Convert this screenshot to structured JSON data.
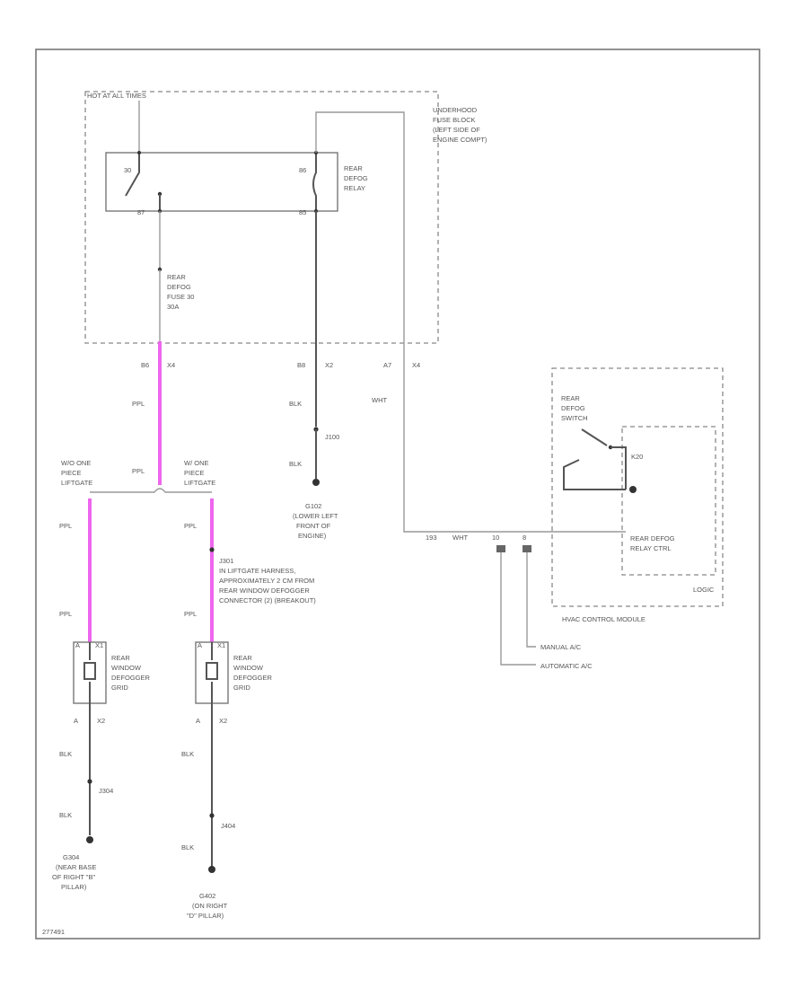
{
  "fuse_block": {
    "hot_label": "HOT AT ALL TIMES",
    "name": [
      "UNDERHOOD",
      "FUSE BLOCK",
      "(LEFT SIDE OF",
      "ENGINE COMPT)"
    ]
  },
  "relay": {
    "name": [
      "REAR",
      "DEFOG",
      "RELAY"
    ],
    "pin_top_left": "30",
    "pin_top_right": "86",
    "pin_bottom_left": "87",
    "pin_bottom_right": "85"
  },
  "fuse": {
    "name": [
      "REAR",
      "DEFOG",
      "FUSE 30",
      "30A"
    ]
  },
  "connectors": {
    "c1_left": "B6",
    "c1_right": "X4",
    "c2_left": "B8",
    "c2_right": "X2",
    "c3_left": "A7",
    "c3_right": "X4"
  },
  "wires": {
    "ppl_1": "PPL",
    "ppl_2": "PPL",
    "ppl_3": "PPL",
    "ppl_4": "PPL",
    "ppl_5": "PPL",
    "ppl_6": "PPL",
    "blk_1": "BLK",
    "blk_2": "BLK",
    "blk_3": "BLK",
    "blk_4": "BLK",
    "blk_5": "BLK",
    "blk_6": "BLK",
    "wht_1": "WHT",
    "wht_2": "WHT"
  },
  "splices": {
    "j100": "J100",
    "j301": "J301",
    "j304": "J304",
    "j404": "J404"
  },
  "grounds": {
    "g102": [
      "G102",
      "(LOWER LEFT",
      "FRONT OF",
      "ENGINE)"
    ],
    "g304": [
      "G304",
      "(NEAR BASE",
      "OF RIGHT \"B\"",
      "PILLAR)"
    ],
    "g402": [
      "G402",
      "(ON RIGHT",
      "\"D\" PILLAR)"
    ]
  },
  "options": {
    "without": [
      "W/O ONE",
      "PIECE",
      "LIFTGATE"
    ],
    "with": [
      "W/ ONE",
      "PIECE",
      "LIFTGATE"
    ]
  },
  "splice_note": [
    "J301",
    "IN LIFTGATE HARNESS,",
    "APPROXIMATELY 2 CM FROM",
    "REAR WINDOW DEFOGGER",
    "CONNECTOR (2) (BREAKOUT)"
  ],
  "grids": {
    "left": {
      "name": [
        "REAR",
        "WINDOW",
        "DEFOGGER",
        "GRID"
      ],
      "pin_a": "A",
      "pin_x1": "X1",
      "pin_x2": "X2",
      "pin_a2": "A"
    },
    "right": {
      "name": [
        "REAR",
        "WINDOW",
        "DEFOGGER",
        "GRID"
      ],
      "pin_a": "A",
      "pin_x1": "X1",
      "pin_x2": "X2",
      "pin_a2": "A"
    }
  },
  "hvac": {
    "switch_name": [
      "REAR",
      "DEFOG",
      "SWITCH"
    ],
    "relay_ctrl": [
      "REAR DEFOG",
      "RELAY CTRL"
    ],
    "logic": "LOGIC",
    "module": "HVAC CONTROL MODULE",
    "pin_wire": "193",
    "pin_wire_color": "WHT",
    "pin_10": "10",
    "pin_8": "8",
    "k20": "K20"
  },
  "variants": {
    "manual": "MANUAL A/C",
    "automatic": "AUTOMATIC A/C"
  },
  "figure_code": "277491"
}
